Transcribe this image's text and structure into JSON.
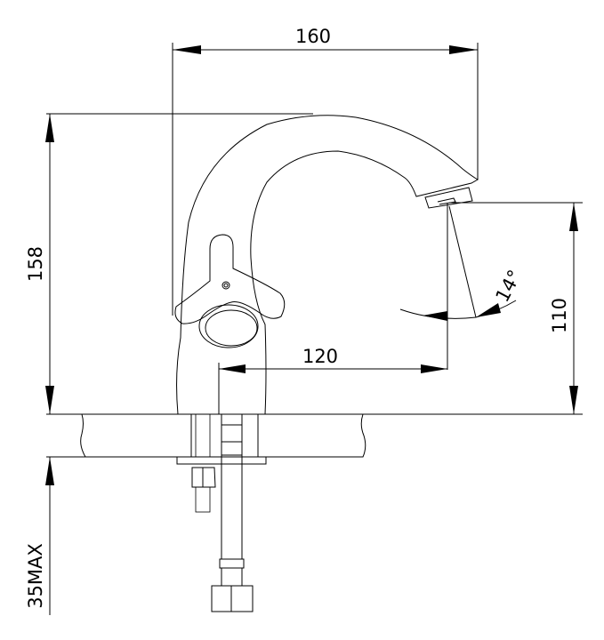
{
  "dimensions": {
    "width": "160",
    "height": "158",
    "spout_height": "110",
    "reach": "120",
    "angle": "14°",
    "counter_max": "35MAX"
  }
}
